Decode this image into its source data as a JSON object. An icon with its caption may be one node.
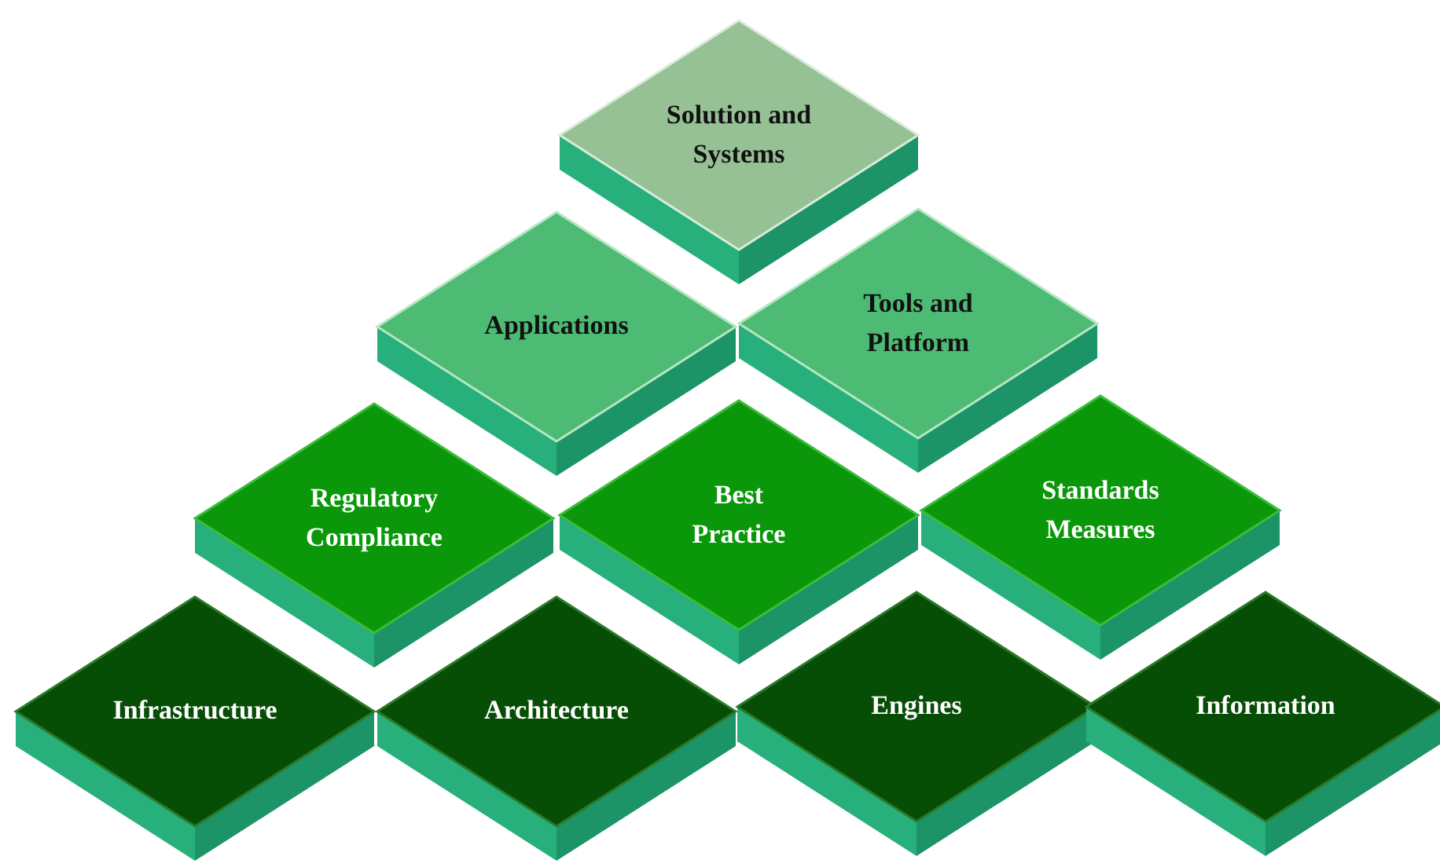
{
  "diagram": {
    "nodes": [
      {
        "text": [
          "Solution and Systems"
        ]
      },
      {
        "text": [
          "Applications"
        ]
      },
      {
        "text": [
          "Tools and Platform"
        ]
      },
      {
        "text": [
          "Regulatory Compliance"
        ]
      },
      {
        "text": [
          "Best Practice"
        ]
      },
      {
        "text": [
          "Standards Measures"
        ]
      },
      {
        "text": [
          "Infrastructure"
        ]
      },
      {
        "text": [
          "Architecture"
        ]
      },
      {
        "text": [
          "Engines"
        ]
      },
      {
        "text": [
          "Information"
        ]
      }
    ]
  }
}
